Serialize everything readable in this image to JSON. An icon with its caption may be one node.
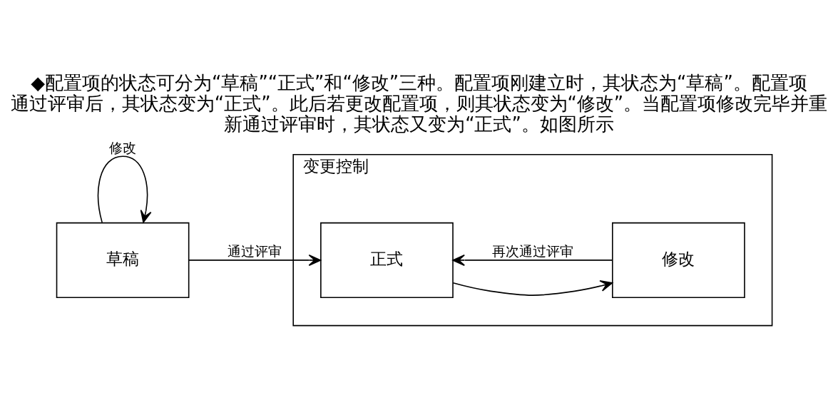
{
  "diagram": {
    "title": "◆配置项的状态可分为“草稿”“正式”和“修改”三种。配置项刚建立时，其状态为“草稿”。配置项通过评审后，其状态变为“正式”。此后若更改配置项，则其状态变为“修改”。当配置项修改完毕并重新通过评审时，其状态又变为“正式”。如图所示",
    "nodes": [
      {
        "text": [
          "草稿"
        ]
      },
      {
        "text": [
          "变更控制"
        ]
      },
      {
        "text": [
          "正式"
        ],
        "in": 1
      },
      {
        "text": [
          "修改"
        ],
        "in": 1
      }
    ],
    "edges": [
      {
        "from": 0,
        "to": 0,
        "arrow": "to",
        "label": "修改"
      },
      {
        "from": 0,
        "to": 2,
        "arrow": "to",
        "label": "通过评审"
      },
      {
        "from": 2,
        "to": 3,
        "arrow": "to"
      },
      {
        "from": 3,
        "to": 2,
        "arrow": "to",
        "label": "再次通过评审"
      }
    ]
  }
}
